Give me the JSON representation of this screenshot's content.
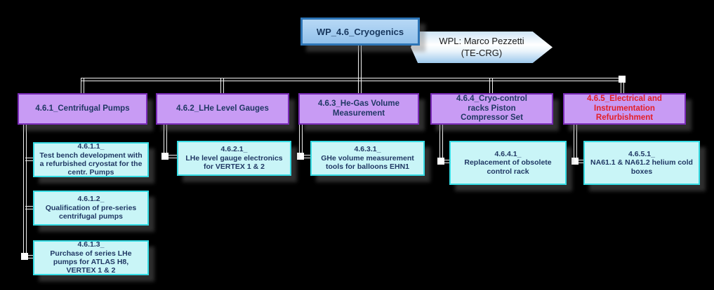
{
  "root": {
    "label": "WP_4.6_Cryogenics"
  },
  "wpl_banner": {
    "line1": "WPL: Marco Pezzetti",
    "line2": "(TE-CRG)"
  },
  "colors": {
    "background": "#000000",
    "root_fill": "#a3ccf0",
    "root_border": "#2e75b6",
    "branch_fill": "#c89bf4",
    "branch_border": "#7a2bb8",
    "leaf_fill": "#c9f5f7",
    "leaf_border": "#35dce4",
    "text_navy": "#203864",
    "text_alert_red": "#e41e26",
    "connector": "#ffffff"
  },
  "branches": [
    {
      "label": "4.6.1_Centrifugal Pumps",
      "text_color": "#203864",
      "children": [
        {
          "code": "4.6.1.1_",
          "desc": "Test bench development with a refurbished cryostat for the centr. Pumps"
        },
        {
          "code": "4.6.1.2_",
          "desc": "Qualification of pre-series centrifugal pumps"
        },
        {
          "code": "4.6.1.3_",
          "desc": "Purchase of series LHe pumps for ATLAS H8, VERTEX 1 & 2"
        }
      ]
    },
    {
      "label": "4.6.2_LHe Level Gauges",
      "text_color": "#203864",
      "children": [
        {
          "code": "4.6.2.1_",
          "desc": "LHe level gauge electronics for VERTEX 1 & 2"
        }
      ]
    },
    {
      "label": "4.6.3_He-Gas Volume Measurement",
      "text_color": "#203864",
      "children": [
        {
          "code": "4.6.3.1_",
          "desc": "GHe volume measurement tools for balloons EHN1"
        }
      ]
    },
    {
      "label": "4.6.4_Cryo-control racks Piston Compressor Set",
      "text_color": "#203864",
      "children": [
        {
          "code": "4.6.4.1_",
          "desc": "Replacement of obsolete control rack"
        }
      ]
    },
    {
      "label": "4.6.5_Electrical and Instrumentation Refurbishment",
      "text_color": "#e41e26",
      "children": [
        {
          "code": "4.6.5.1_",
          "desc": "NA61.1 & NA61.2 helium cold boxes"
        }
      ]
    }
  ]
}
